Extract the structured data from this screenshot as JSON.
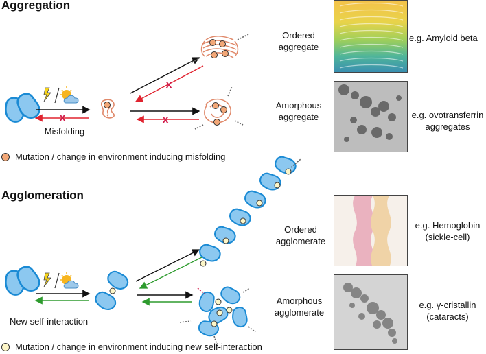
{
  "aggregation": {
    "title": "Aggregation",
    "misfolding_label": "Misfolding",
    "ordered_label": "Ordered\naggregate",
    "amorphous_label": "Amorphous\naggregate",
    "ordered_example": "e.g. Amyloid beta",
    "amorphous_example": "e.g. ovotransferrin\naggregates",
    "legend": "Mutation / change in environment inducing misfolding",
    "legend_color": "#f2a777"
  },
  "agglomeration": {
    "title": "Agglomeration",
    "interaction_label": "New self-interaction",
    "ordered_label": "Ordered\nagglomerate",
    "amorphous_label": "Amorphous\nagglomerate",
    "ordered_example": "e.g. Hemoglobin\n(sickle-cell)",
    "amorphous_example": "e.g. γ-cristallin\n(cataracts)",
    "legend": "Mutation / change in environment inducing new self-interaction",
    "legend_color": "#fdf6c8"
  },
  "colors": {
    "protein_fill": "#8cc8f0",
    "protein_stroke": "#1a8ad4",
    "misfold_stroke": "#e0896a",
    "forward_arrow": "#111111",
    "reverse_arrow_red": "#e0232f",
    "reverse_arrow_green": "#2e9b2e",
    "block_x": "#d21f4d"
  }
}
